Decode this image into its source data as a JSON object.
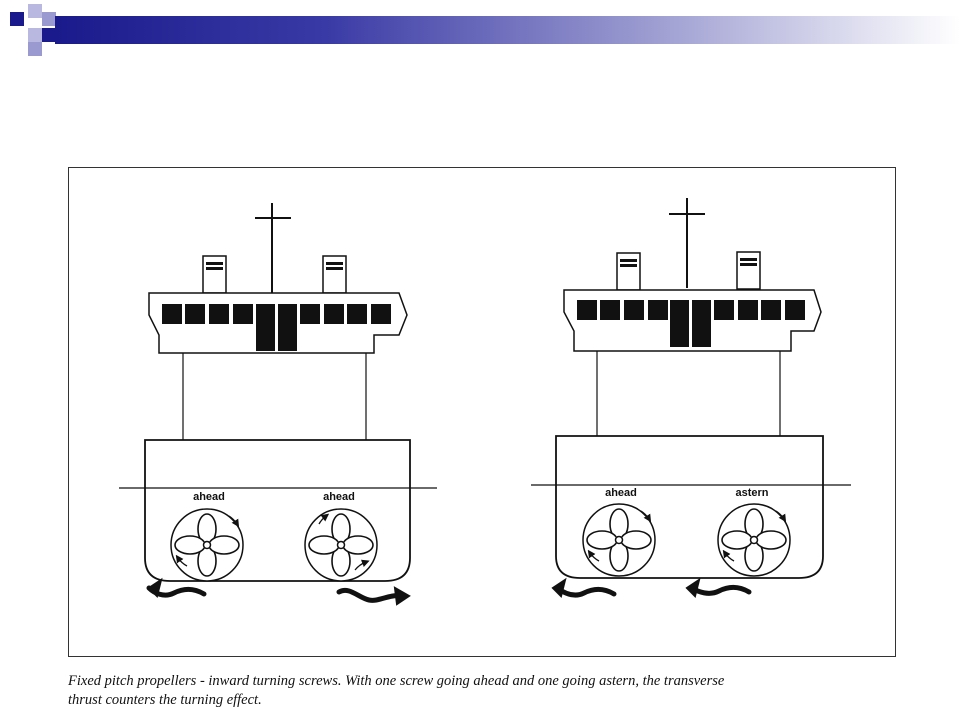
{
  "slide": {
    "accent_colors": {
      "navy": "#1a1a8c",
      "lavender": "#9a9ad0"
    }
  },
  "ships": [
    {
      "label_left": "ahead",
      "label_right": "ahead"
    },
    {
      "label_left": "ahead",
      "label_right": "astern"
    }
  ],
  "caption": {
    "line1": "Fixed pitch propellers - inward turning screws. With one screw going ahead and one going astern, the transverse",
    "line2": "thrust counters the turning effect."
  }
}
